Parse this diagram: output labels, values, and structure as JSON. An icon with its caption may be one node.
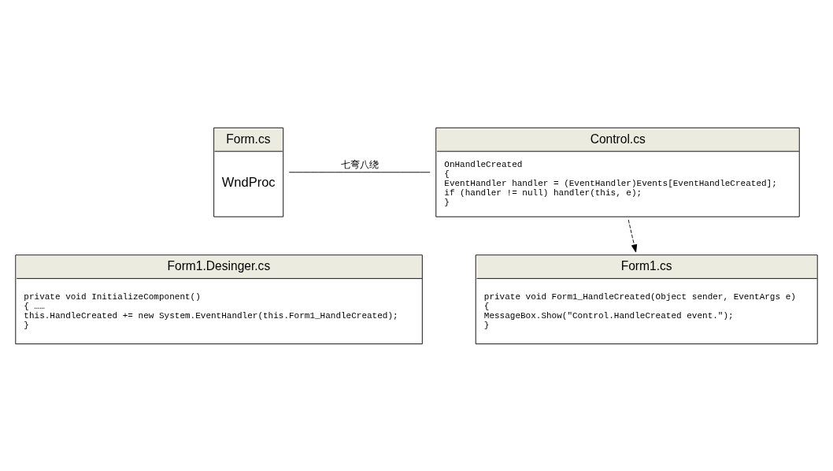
{
  "diagram": {
    "nodes": [
      {
        "text": [
          "Form.cs",
          "WndProc"
        ]
      },
      {
        "text": [
          "Control.cs",
          "OnHandleCreated",
          "{",
          "EventHandler handler = (EventHandler)Events[EventHandleCreated];",
          "if (handler != null) handler(this, e);",
          "}"
        ]
      },
      {
        "text": [
          "Form1.Desinger.cs",
          "private void InitializeComponent()",
          "{ ……",
          "this.HandleCreated += new System.EventHandler(this.Form1_HandleCreated);",
          "}"
        ]
      },
      {
        "text": [
          "Form1.cs",
          "private void Form1_HandleCreated(Object sender, EventArgs e)",
          "{",
          "MessageBox.Show(\"Control.HandleCreated event.\");",
          "}"
        ]
      }
    ],
    "edges": [
      {
        "from": 0,
        "to": 1,
        "arrow": "none",
        "label": "七弯八绕"
      },
      {
        "from": 1,
        "to": 3,
        "arrow": "to",
        "style": "dashed"
      }
    ]
  }
}
